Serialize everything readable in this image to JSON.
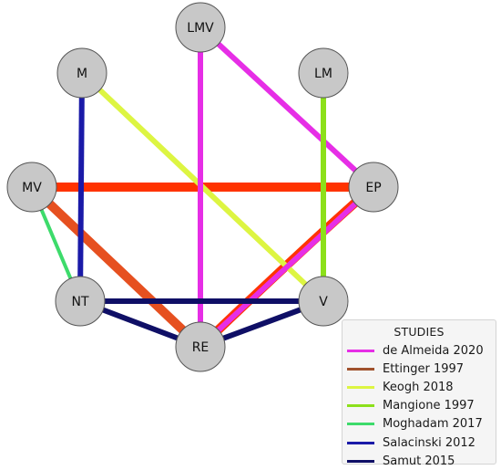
{
  "nodes": [
    {
      "id": "LMV",
      "label": "LMV"
    },
    {
      "id": "M",
      "label": "M"
    },
    {
      "id": "LM",
      "label": "LM"
    },
    {
      "id": "MV",
      "label": "MV"
    },
    {
      "id": "EP",
      "label": "EP"
    },
    {
      "id": "NT",
      "label": "NT"
    },
    {
      "id": "V",
      "label": "V"
    },
    {
      "id": "RE",
      "label": "RE"
    }
  ],
  "edges": [
    {
      "from": "MV",
      "to": "EP",
      "study": "Ettinger 1997",
      "color": "#ff3300",
      "weight": "heavy"
    },
    {
      "from": "MV",
      "to": "RE",
      "study": "Ettinger 1997",
      "color": "#e65020",
      "weight": "heavy"
    },
    {
      "from": "EP",
      "to": "RE",
      "study": "Ettinger 1997",
      "color": "#ff3300",
      "weight": "heavy",
      "curved": true
    },
    {
      "from": "M",
      "to": "V",
      "study": "Keogh 2018",
      "color": "#ddf542",
      "weight": "medium"
    },
    {
      "from": "LMV",
      "to": "RE",
      "study": "de Almeida 2020",
      "color": "#e62ee6",
      "weight": "medium"
    },
    {
      "from": "LMV",
      "to": "EP",
      "study": "de Almeida 2020",
      "color": "#e62ee6",
      "weight": "medium"
    },
    {
      "from": "EP",
      "to": "RE",
      "study": "de Almeida 2020",
      "color": "#e62ee6",
      "weight": "medium"
    },
    {
      "from": "LM",
      "to": "V",
      "study": "Mangione 1997",
      "color": "#8ce01a",
      "weight": "medium"
    },
    {
      "from": "MV",
      "to": "NT",
      "study": "Moghadam 2017",
      "color": "#3ddb6b",
      "weight": "light"
    },
    {
      "from": "M",
      "to": "NT",
      "study": "Salacinski 2012",
      "color": "#1a1aa8",
      "weight": "medium"
    },
    {
      "from": "NT",
      "to": "V",
      "study": "Samut 2015",
      "color": "#0f0f66",
      "weight": "medium"
    },
    {
      "from": "NT",
      "to": "RE",
      "study": "Samut 2015",
      "color": "#0f0f66",
      "weight": "medium"
    },
    {
      "from": "V",
      "to": "RE",
      "study": "Samut 2015",
      "color": "#0f0f66",
      "weight": "medium"
    }
  ],
  "legend": {
    "title": "STUDIES",
    "items": [
      {
        "label": "de Almeida 2020",
        "color": "#e62ee6"
      },
      {
        "label": "Ettinger 1997",
        "color": "#a0522d"
      },
      {
        "label": "Keogh 2018",
        "color": "#ddf542"
      },
      {
        "label": "Mangione 1997",
        "color": "#8ce01a"
      },
      {
        "label": "Moghadam 2017",
        "color": "#3ddb6b"
      },
      {
        "label": "Salacinski 2012",
        "color": "#1a1aa8"
      },
      {
        "label": "Samut 2015",
        "color": "#0f0f66"
      }
    ]
  },
  "colors": {
    "node_fill": "#c8c8c8",
    "node_stroke": "#555555"
  }
}
